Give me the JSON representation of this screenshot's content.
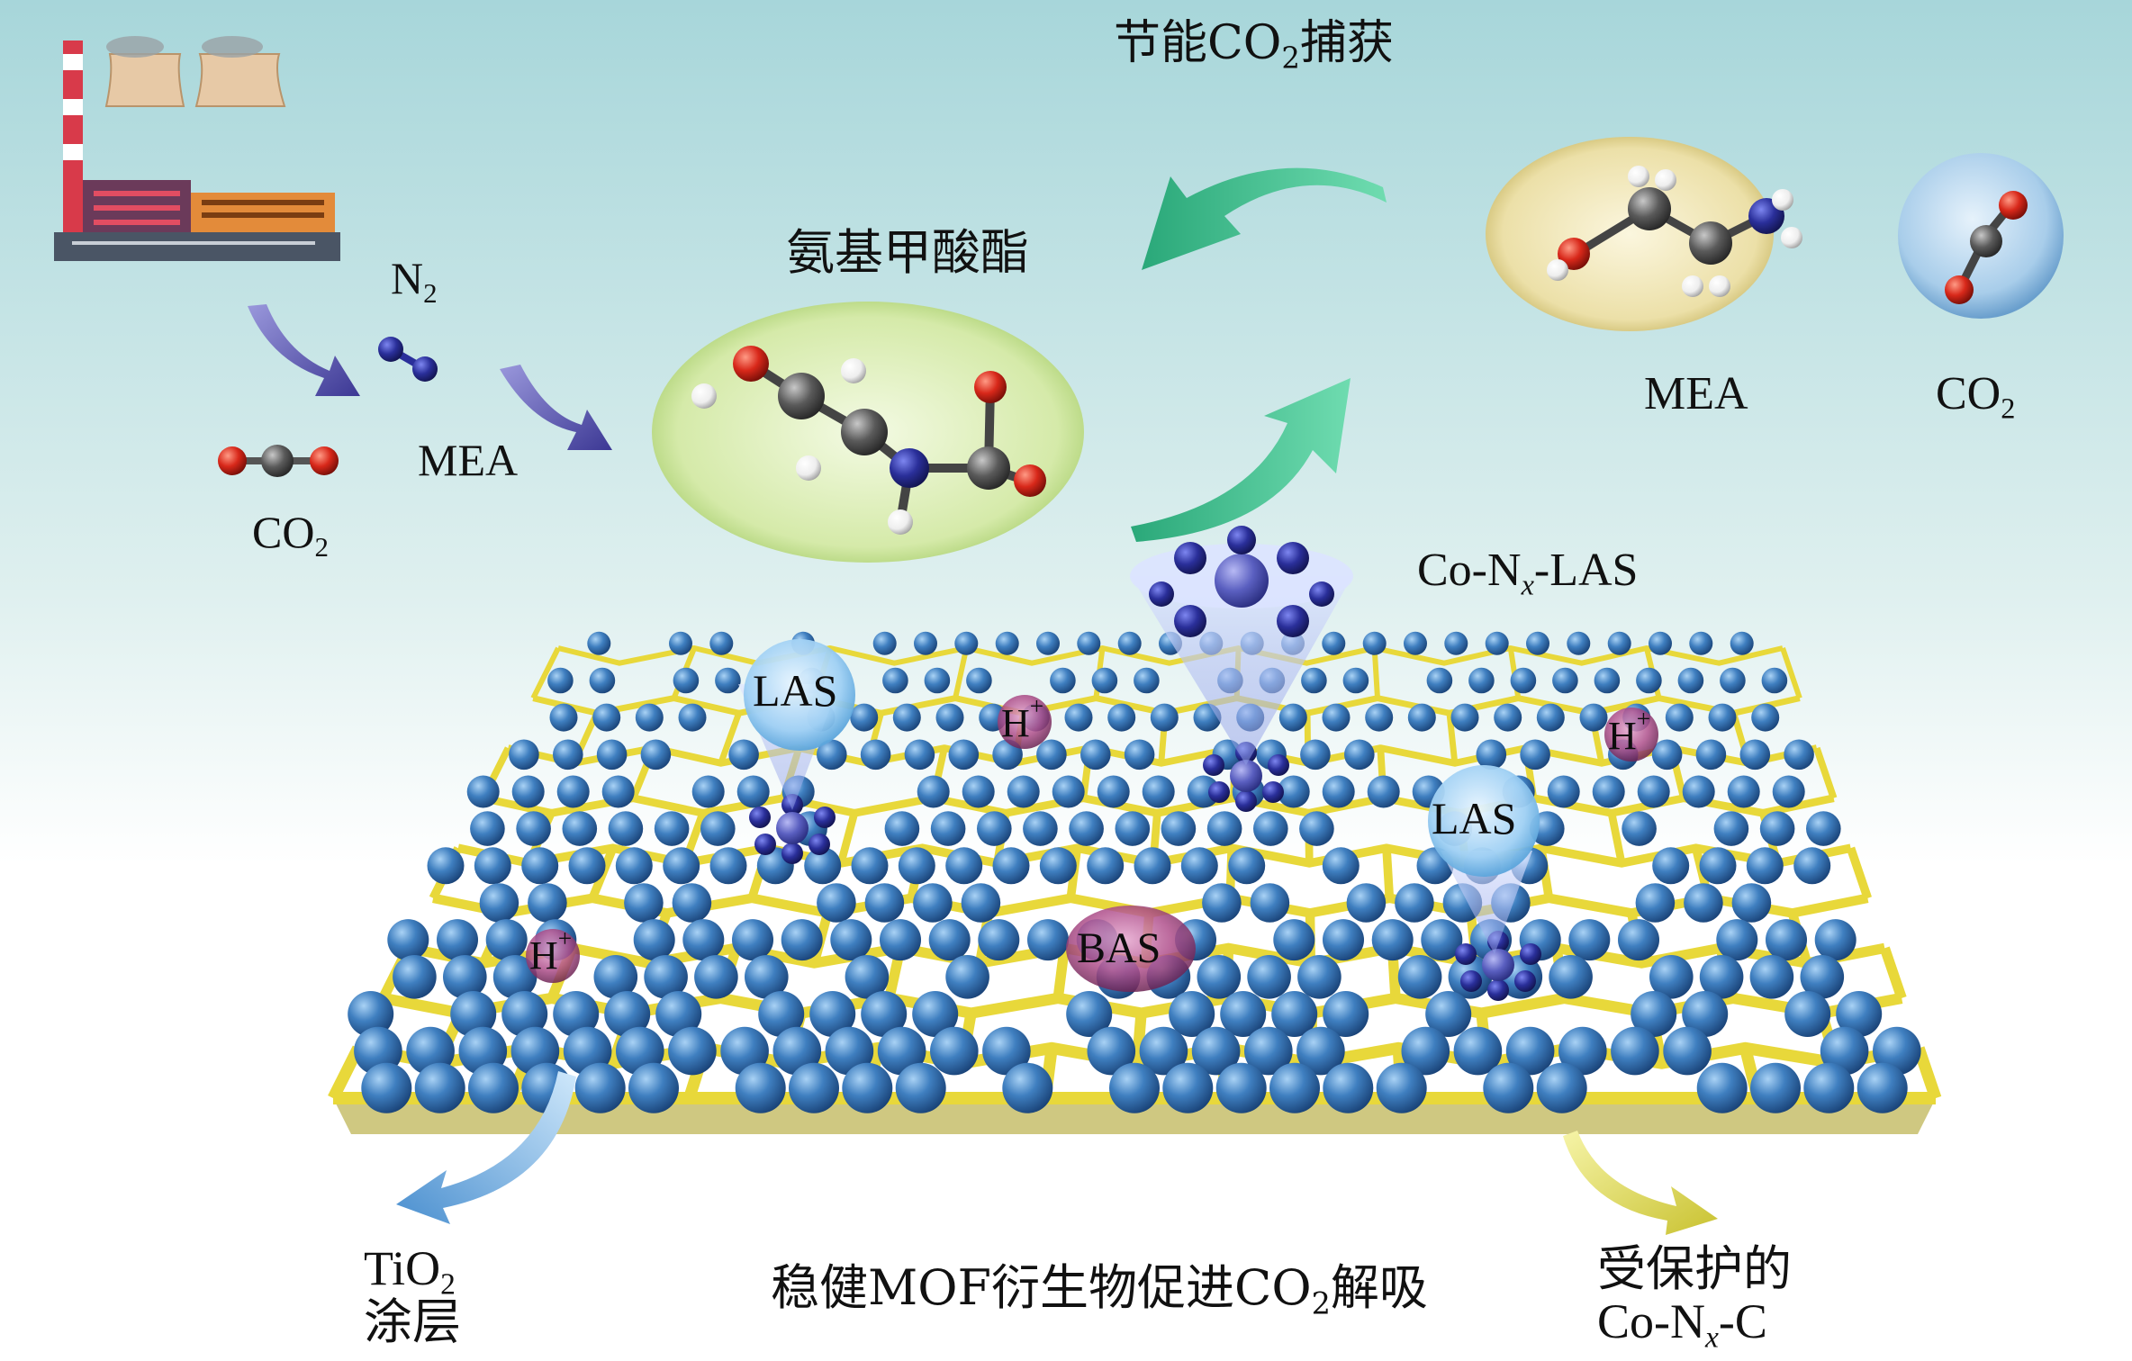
{
  "labels": {
    "title_top": {
      "before": "节能CO",
      "sub": "2",
      "after": "捕获"
    },
    "carbamate": "氨基甲酸酯",
    "n2": {
      "base": "N",
      "sub": "2"
    },
    "mea_left": "MEA",
    "co2_left": {
      "base": "CO",
      "sub": "2"
    },
    "mea_right": "MEA",
    "co2_right": {
      "base": "CO",
      "sub": "2"
    },
    "co_nx_las": {
      "before": "Co-N",
      "sub": "x",
      "after": "-LAS"
    },
    "las_1": "LAS",
    "las_2": "LAS",
    "h_plus_1": {
      "base": "H",
      "sup": "+"
    },
    "h_plus_2": {
      "base": "H",
      "sup": "+"
    },
    "h_plus_3": {
      "base": "H",
      "sup": "+"
    },
    "bas": "BAS",
    "tio2": {
      "base": "TiO",
      "sub": "2",
      "line2": "涂层"
    },
    "bottom_title": {
      "before": "稳健MOF衍生物促进CO",
      "sub": "2",
      "after": "解吸"
    },
    "protected": {
      "line1": "受保护的",
      "before": "Co-N",
      "sub": "x",
      "after": "-C"
    }
  },
  "colors": {
    "sky_top": "#a7d6da",
    "sky_bottom": "#ffffff",
    "lattice": "#e8d83a",
    "lattice_shadow": "#a89a1a",
    "sphere": "#3f7fc0",
    "sphere_dark": "#1c4f8a",
    "arrow_green": "#3dbf8c",
    "arrow_purple": "#5a56b8",
    "bubble_green": "#d7ecb0",
    "bubble_yellow": "#ecdfa4",
    "bubble_blue": "#a8cdea",
    "pink_site": "#b0508c",
    "carbon": "#5a5a5a",
    "oxygen": "#d8281a",
    "nitrogen": "#2a2f9a",
    "hydrogen": "#f1f1f1"
  }
}
